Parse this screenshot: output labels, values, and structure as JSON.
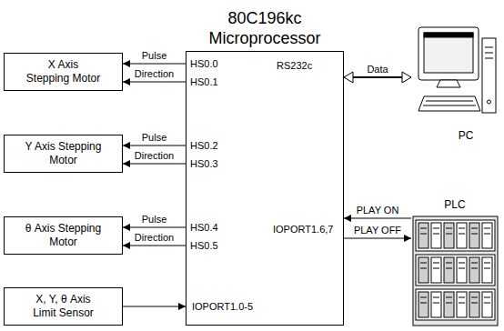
{
  "diagram": {
    "nodes": [
      {
        "text": [
          "80C196kc Microprocessor"
        ]
      },
      {
        "text": [
          "X Axis Stepping Motor"
        ]
      },
      {
        "text": [
          "Y Axis Stepping Motor"
        ]
      },
      {
        "text": [
          "θ Axis Stepping Motor"
        ]
      },
      {
        "text": [
          "X, Y, θ Axis Limit Sensor"
        ]
      },
      {
        "text": [
          "PC"
        ]
      },
      {
        "text": [
          "PLC"
        ]
      }
    ],
    "edges": [
      {
        "from": 0,
        "to": 1,
        "label": "Pulse",
        "arrow": "to"
      },
      {
        "from": 0,
        "to": 1,
        "label": "Direction",
        "arrow": "to"
      },
      {
        "from": 0,
        "to": 2,
        "label": "Pulse",
        "arrow": "to"
      },
      {
        "from": 0,
        "to": 2,
        "label": "Direction",
        "arrow": "to"
      },
      {
        "from": 0,
        "to": 3,
        "label": "Pulse",
        "arrow": "to"
      },
      {
        "from": 0,
        "to": 3,
        "label": "Direction",
        "arrow": "to"
      },
      {
        "from": 4,
        "to": 0,
        "arrow": "to"
      },
      {
        "from": 0,
        "to": 5,
        "label": "Data",
        "arrow": "both"
      },
      {
        "from": 6,
        "to": 0,
        "label": "PLAY ON",
        "arrow": "to"
      },
      {
        "from": 0,
        "to": 6,
        "label": "PLAY OFF",
        "arrow": "to"
      }
    ],
    "labels": [
      "HS0.0",
      "HS0.1",
      "HS0.2",
      "HS0.3",
      "HS0.4",
      "HS0.5",
      "RS232c",
      "IOPORT1.6,7",
      "IOPORT1.0-5"
    ]
  }
}
